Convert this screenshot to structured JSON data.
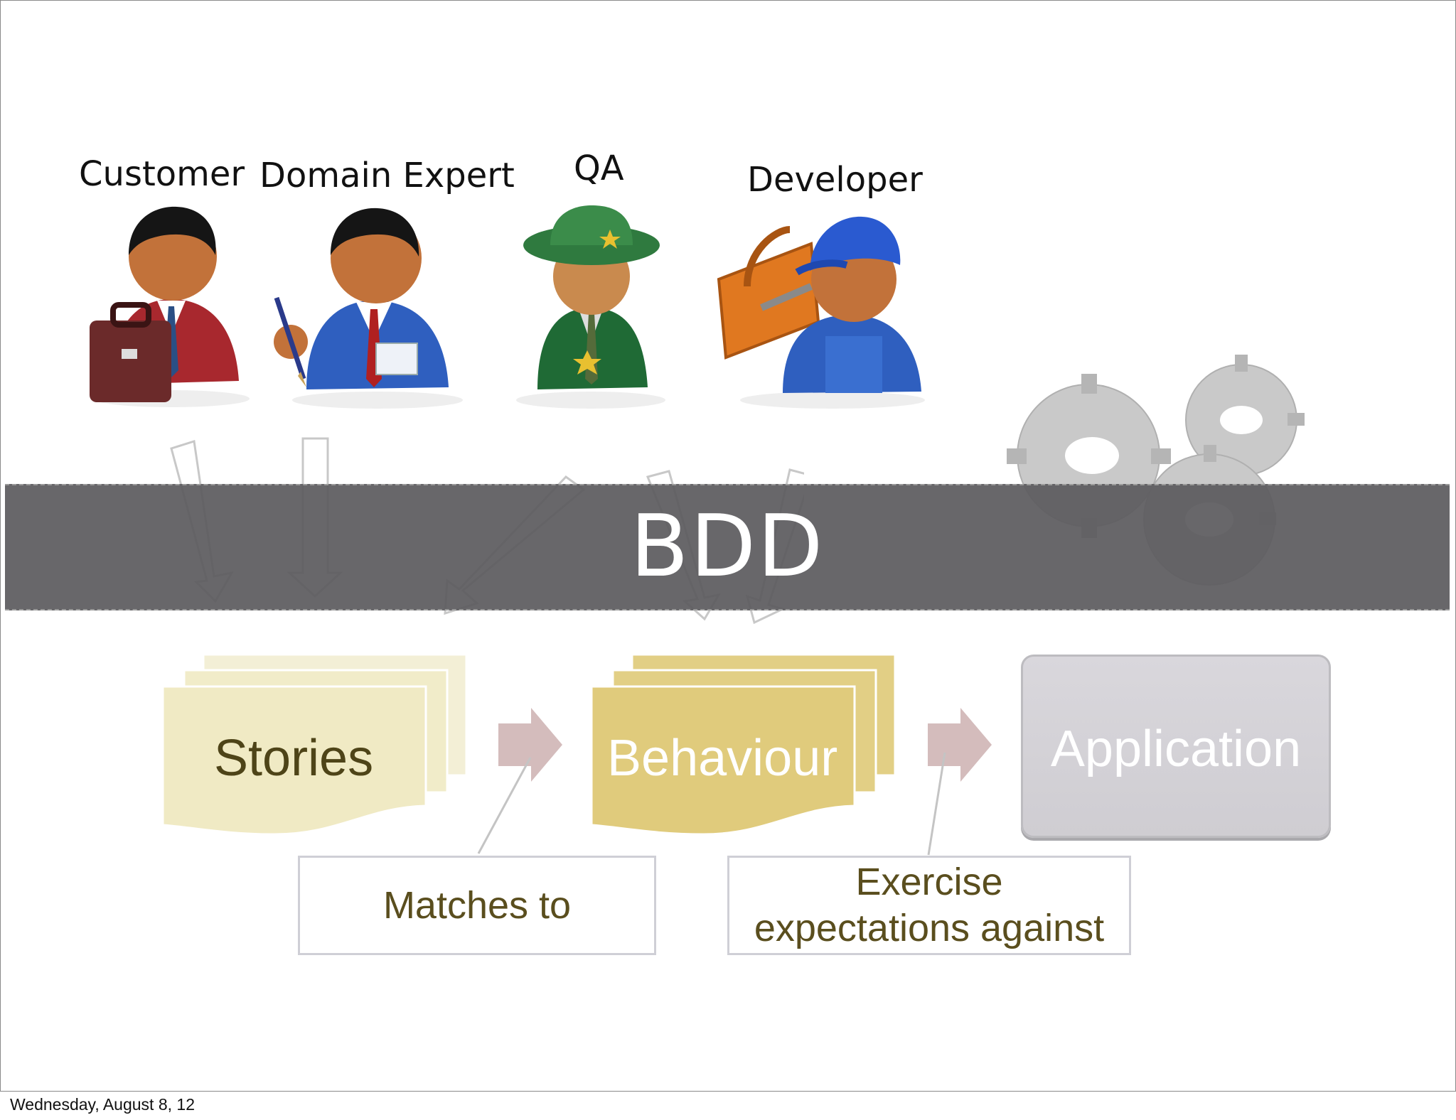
{
  "roles": [
    {
      "label": "Customer",
      "icon": "customer-icon"
    },
    {
      "label": "Domain Expert",
      "icon": "domain-expert-icon"
    },
    {
      "label": "QA",
      "icon": "qa-icon"
    },
    {
      "label": "Developer",
      "icon": "developer-icon"
    }
  ],
  "band": {
    "title": "BDD"
  },
  "flow": {
    "stories": "Stories",
    "behaviour": "Behaviour",
    "application": "Application"
  },
  "notes": {
    "matches": "Matches to",
    "exercise_line1": "Exercise",
    "exercise_line2": "expectations against"
  },
  "footer": {
    "date": "Wednesday, August 8, 12"
  },
  "colors": {
    "band": "#5c5b5f",
    "stories_doc": "#f1ecc8",
    "behaviour_doc": "#e2cf85",
    "application_box": "#d4d2d7",
    "flow_arrow": "#d4bcbc",
    "note_text": "#5a4e1e"
  }
}
